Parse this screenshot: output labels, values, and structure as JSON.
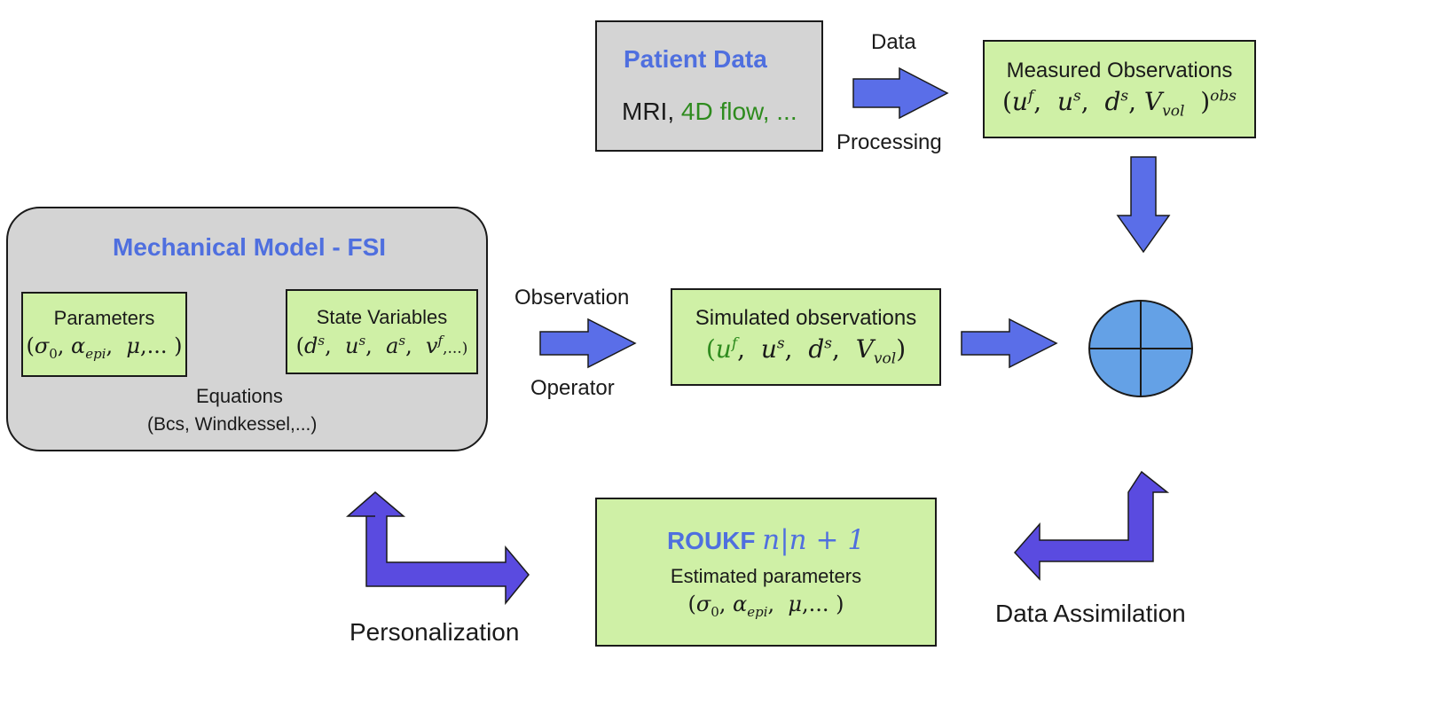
{
  "patient_data": {
    "title": "Patient Data",
    "line_black": "MRI, ",
    "line_green": "4D flow, ..."
  },
  "data_processing": {
    "top": "Data",
    "bottom": "Processing"
  },
  "measured": {
    "title": "Measured Observations",
    "formula": "(u^f, u^s, d^s, V_vol )^obs"
  },
  "mech_model": {
    "title": "Mechanical Model - FSI",
    "params_title": "Parameters",
    "params_formula": "(σ0, α_epi, μ,...)",
    "state_title": "State Variables",
    "state_formula": "(d^s, u^s, a^s, v^f,...)",
    "equations_line1": "Equations",
    "equations_line2": "(Bcs, Windkessel,...)"
  },
  "observation_operator": {
    "top": "Observation",
    "bottom": "Operator"
  },
  "simulated": {
    "title": "Simulated observations",
    "formula": "(u^f, u^s, d^s, V_vol)"
  },
  "roukf": {
    "title": "ROUKF",
    "title_math": "n|n + 1",
    "subtitle": "Estimated parameters",
    "formula": "(σ0, α_epi, μ,...)"
  },
  "labels": {
    "personalization": "Personalization",
    "data_assimilation": "Data Assimilation"
  },
  "colors": {
    "arrow_fill": "#5a6ee8",
    "arrow_fill_dark": "#5a4be0",
    "green_box": "#cff0a6",
    "gray_box": "#d4d4d4",
    "blue_title": "#4f6fdf",
    "comparator_fill": "#64a1e6"
  }
}
